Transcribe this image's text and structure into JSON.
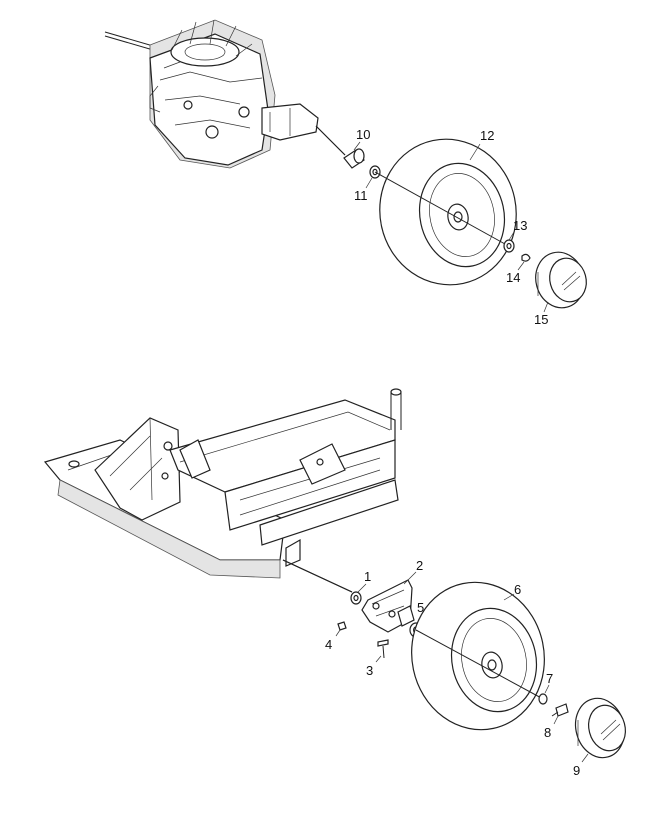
{
  "upper_assembly": {
    "callouts": [
      "10",
      "11",
      "12",
      "13",
      "14",
      "15"
    ]
  },
  "lower_assembly": {
    "callouts": [
      "1",
      "2",
      "3",
      "4",
      "5",
      "6",
      "7",
      "8",
      "9"
    ]
  }
}
